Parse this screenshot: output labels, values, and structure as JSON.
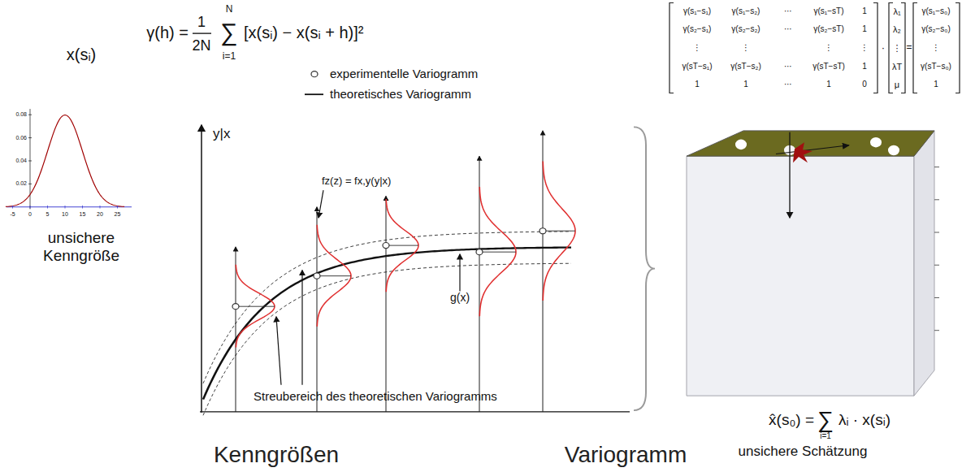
{
  "diagram": {
    "labels": [
      "x(sᵢ)",
      "0.08",
      "0.06",
      "0.04",
      "0.02",
      "-5",
      "0",
      "5",
      "10",
      "15",
      "20",
      "25",
      "unsichere Kenngröße",
      "γ(h) =",
      "1",
      "2N",
      "N",
      "∑",
      "i=1",
      "[x(sᵢ) − x(sᵢ + h)]²",
      "y|x",
      "fz(z) = fx,y(y|x)",
      "g(x)",
      "Streubereich des theoretischen Variogramms",
      "γ(s₁−s₁)",
      "γ(s₁−s₂)",
      "⋯",
      "γ(s₁−sT)",
      "1",
      "γ(s₂−s₁)",
      "γ(s₂−s₂)",
      "⋯",
      "γ(s₂−sT)",
      "1",
      "⋮",
      "⋮",
      "⋮",
      "⋮",
      "γ(sT−s₁)",
      "γ(sT−s₂)",
      "⋯",
      "γ(sT−sT)",
      "1",
      "1",
      "1",
      "⋯",
      "1",
      "0",
      "λ₁",
      "λ₂",
      "⋮",
      "λT",
      "μ",
      "γ(s₁−s₀)",
      "γ(s₂−s₀)",
      "⋮",
      "γ(sT−s₀)",
      "1",
      "·",
      "=",
      "x̂(s₀) =",
      "∑",
      "i=1",
      "λᵢ · x(sᵢ)",
      "unsichere Schätzung",
      "Kenngrößen",
      "Variogramm"
    ],
    "legend": [
      {
        "text": "experimentelle Variogramm"
      },
      {
        "text": "theoretisches Variogramm"
      }
    ]
  }
}
